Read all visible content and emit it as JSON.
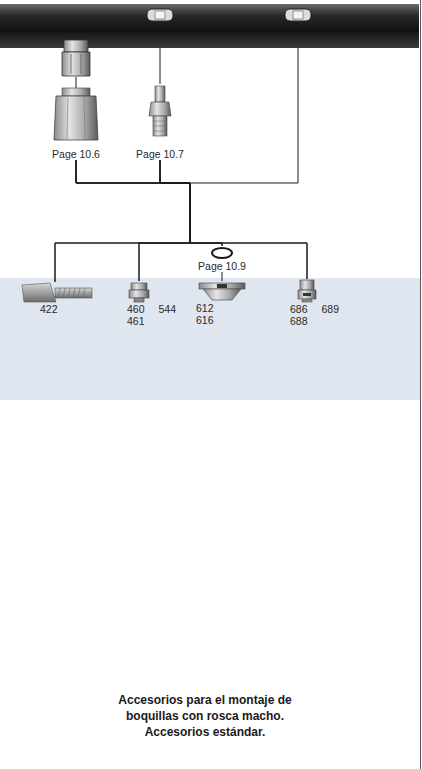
{
  "diagram": {
    "caption": "Accesorios para el montaje de boquillas con rosca macho. Accesorios estándar.",
    "nodes": [
      {
        "text": [
          "Page 10.6"
        ]
      },
      {
        "text": [
          "Page 10.7"
        ]
      },
      {
        "text": [
          "Page 10.9"
        ]
      },
      {
        "text": [
          "422"
        ]
      },
      {
        "text": [
          "460",
          "461",
          "544"
        ]
      },
      {
        "text": [
          "612",
          "616"
        ]
      },
      {
        "text": [
          "686",
          "688",
          "689"
        ]
      }
    ],
    "edges": [
      {
        "from": 0,
        "to": 3,
        "arrow": "none"
      },
      {
        "from": 0,
        "to": 4,
        "arrow": "none"
      },
      {
        "from": 0,
        "to": 2,
        "arrow": "none"
      },
      {
        "from": 0,
        "to": 6,
        "arrow": "none"
      },
      {
        "from": 1,
        "to": 3,
        "arrow": "none"
      },
      {
        "from": 1,
        "to": 4,
        "arrow": "none"
      },
      {
        "from": 1,
        "to": 2,
        "arrow": "none"
      },
      {
        "from": 1,
        "to": 6,
        "arrow": "none"
      },
      {
        "from": 2,
        "to": 5,
        "arrow": "none"
      }
    ]
  }
}
